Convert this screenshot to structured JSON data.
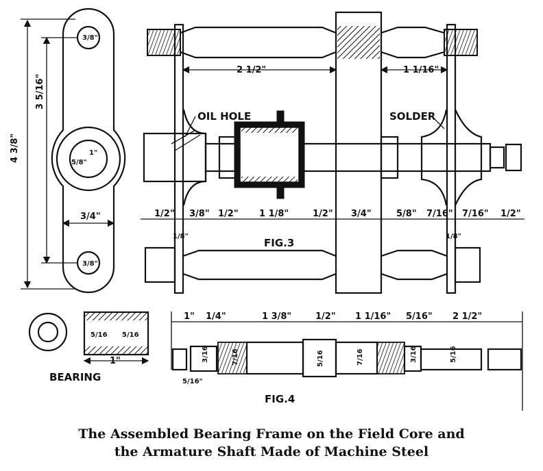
{
  "labels": {
    "oil_hole": "OIL HOLE",
    "solder": "SOLDER",
    "fig3": "FIG.3",
    "fig4": "FIG.4",
    "bearing": "BEARING"
  },
  "caption": {
    "line1": "The Assembled Bearing Frame on the Field Core and",
    "line2": "the Armature Shaft Made of Machine Steel"
  },
  "dims": {
    "frame_height": "4 3/8\"",
    "hole_spacing": "3 5/16\"",
    "frame_width": "3/4\"",
    "top_hole": "3/8\"",
    "bottom_hole": "3/8\"",
    "center_hole_a": "5/8\"",
    "center_hole_b": "1\"",
    "fig3_top_left": "2 1/2\"",
    "fig3_top_right": "1 1/16\"",
    "fig3_row": [
      "1/2\"",
      "3/8\"",
      "1/2\"",
      "1 1/8\"",
      "1/2\"",
      "3/4\"",
      "5/8\"",
      "7/16\"",
      "7/16\"",
      "1/2\""
    ],
    "fig3_small_left": "1/8\"",
    "fig3_small_right": "1/8\"",
    "fig4_row": [
      "1\"",
      "1/4\"",
      "1 3/8\"",
      "1/2\"",
      "1 1/16\"",
      "5/16\"",
      "2 1/2\""
    ],
    "fig4_diams": [
      "3/16",
      "7/16",
      "5/16",
      "7/16",
      "3/16",
      "5/16"
    ],
    "fig4_bottom": "5/16\"",
    "bearing_len": "1\"",
    "bearing_d1": "5/16",
    "bearing_d2": "5/16"
  }
}
